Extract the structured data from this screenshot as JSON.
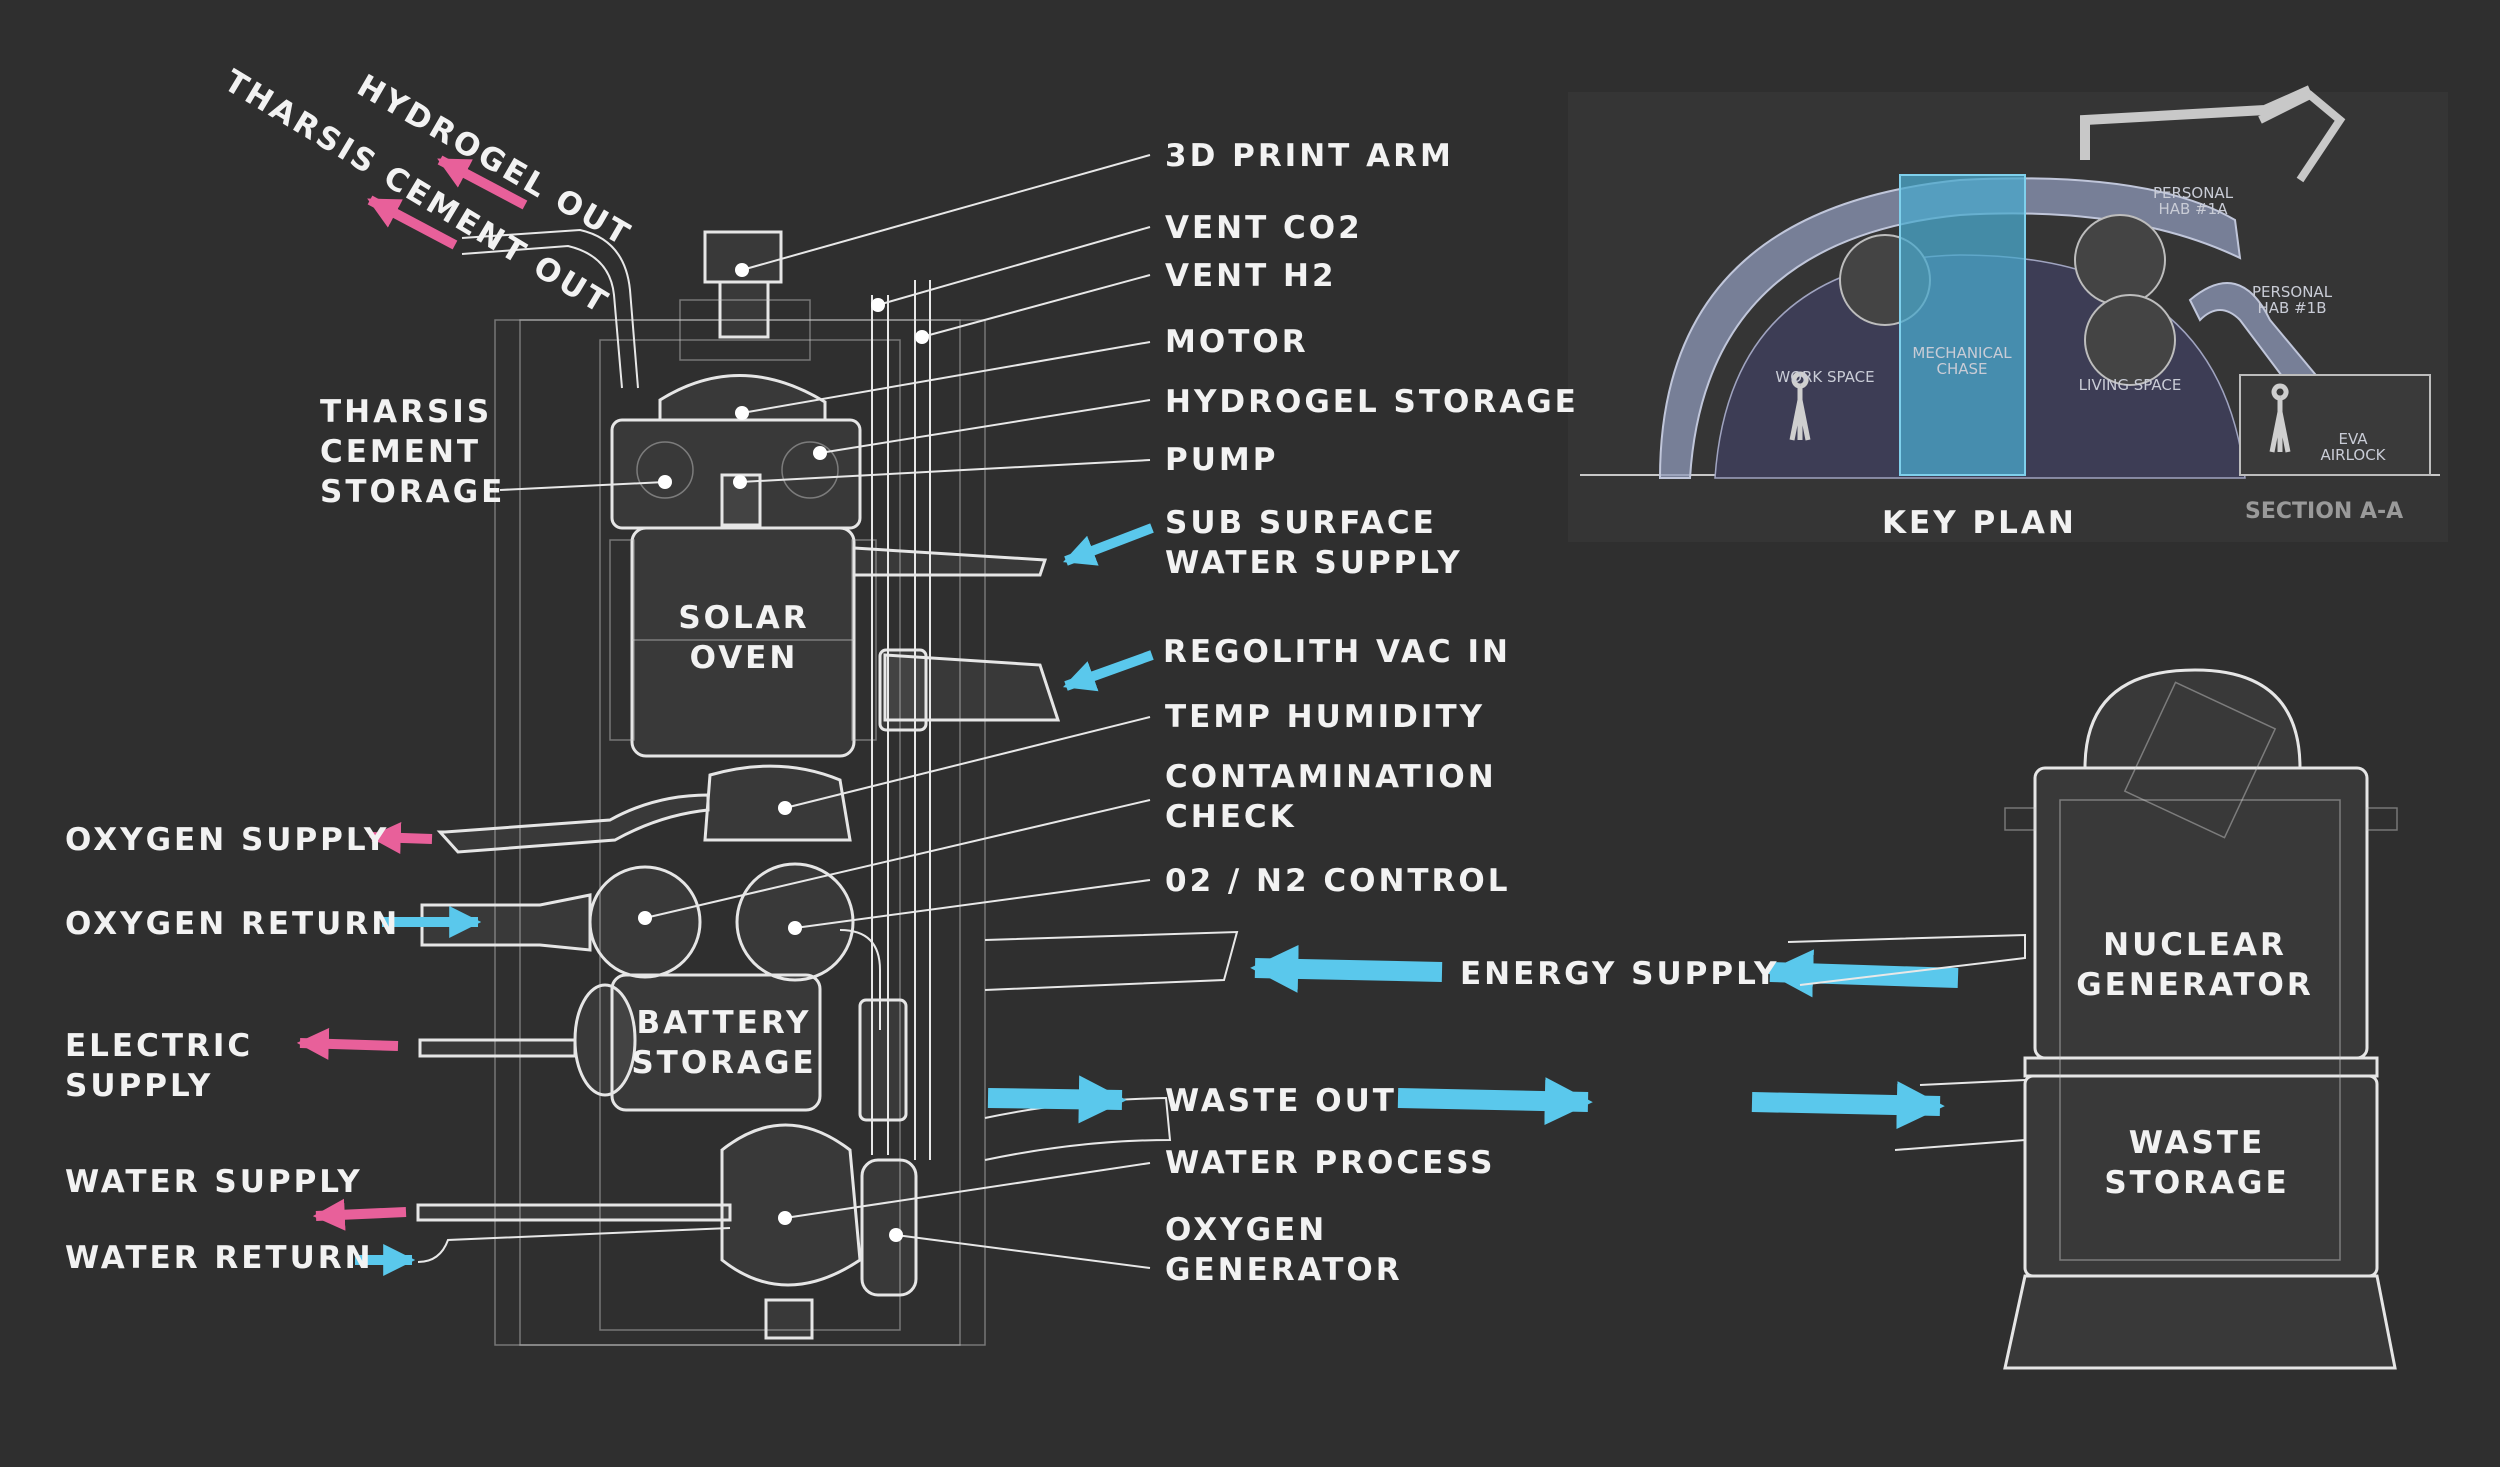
{
  "colors": {
    "background": "#2f2f2f",
    "line": "#e8e8e8",
    "outflow_arrow": "#e8609a",
    "inflow_arrow": "#5ac8ec",
    "chase_highlight": "#4aa8cc",
    "dome": "#8d98b8"
  },
  "left_labels": {
    "hydrogel_out": "HYDROGEL OUT",
    "tharsis_cement_out": "THARSIS CEMENT OUT",
    "tharsis_cement_storage": [
      "THARSIS",
      "CEMENT",
      "STORAGE"
    ],
    "oxygen_supply": "OXYGEN SUPPLY",
    "oxygen_return": "OXYGEN RETURN",
    "electric_supply": [
      "ELECTRIC",
      "SUPPLY"
    ],
    "water_supply": "WATER SUPPLY",
    "water_return": "WATER RETURN"
  },
  "right_labels": {
    "print_arm": "3D PRINT ARM",
    "vent_co2": "VENT CO2",
    "vent_h2": "VENT H2",
    "motor": "MOTOR",
    "hydrogel_storage": "HYDROGEL STORAGE",
    "pump": "PUMP",
    "sub_surface_water": [
      "SUB SURFACE",
      "WATER SUPPLY"
    ],
    "regolith_vac": "REGOLITH VAC IN",
    "temp_humidity": "TEMP HUMIDITY",
    "contamination_check": [
      "CONTAMINATION",
      "CHECK"
    ],
    "o2_n2_control": "02 / N2 CONTROL",
    "energy_supply": "ENERGY SUPPLY",
    "waste_out": "WASTE OUT",
    "water_process": "WATER PROCESS",
    "oxygen_generator": [
      "OXYGEN",
      "GENERATOR"
    ]
  },
  "units": {
    "solar_oven": [
      "SOLAR",
      "OVEN"
    ],
    "battery_storage": [
      "BATTERY",
      "STORAGE"
    ],
    "nuclear_generator": [
      "NUCLEAR",
      "GENERATOR"
    ],
    "waste_storage": [
      "WASTE",
      "STORAGE"
    ]
  },
  "key_plan": {
    "title": "KEY PLAN",
    "section": "SECTION A-A",
    "work_space": "WORK SPACE",
    "mechanical_chase": [
      "MECHANICAL",
      "CHASE"
    ],
    "living_space": "LIVING SPACE",
    "personal_hab_1a": [
      "PERSONAL",
      "HAB #1A"
    ],
    "personal_hab_1b": [
      "PERSONAL",
      "HAB #1B"
    ],
    "eva_airlock": [
      "EVA",
      "AIRLOCK"
    ]
  }
}
